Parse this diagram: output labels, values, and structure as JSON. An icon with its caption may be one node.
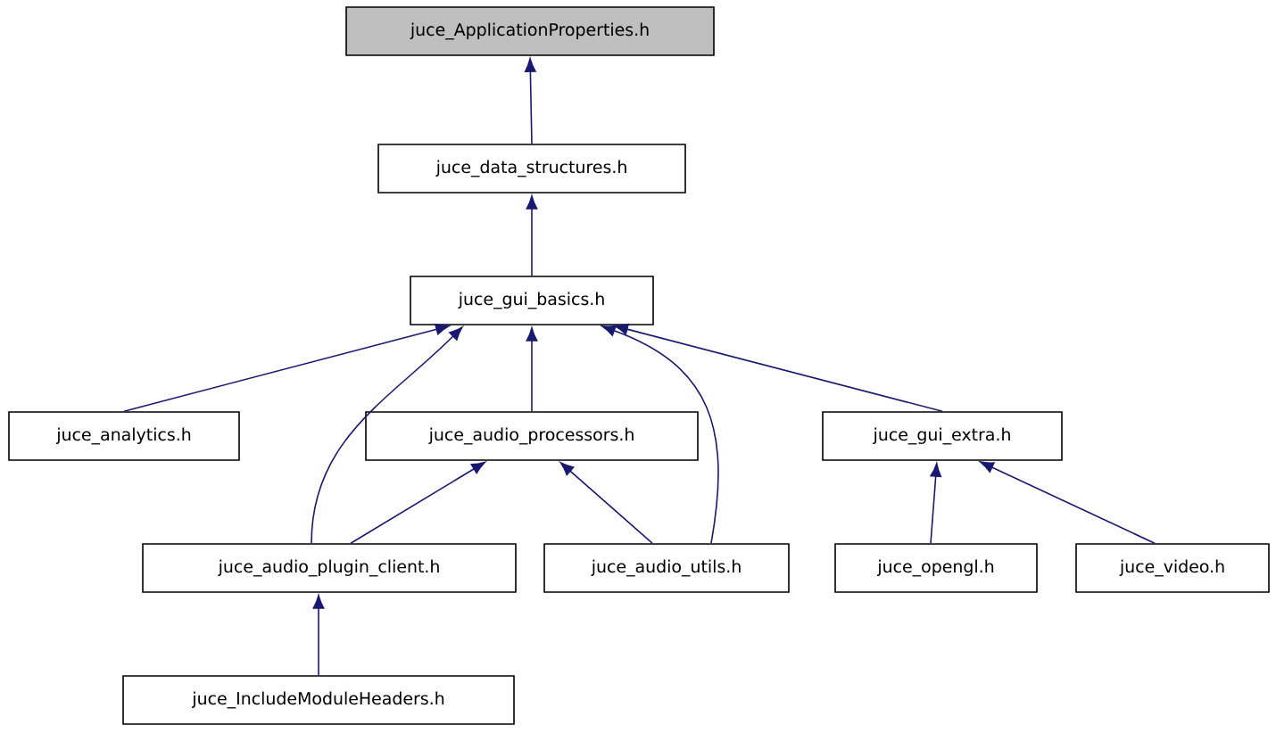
{
  "diagram": {
    "nodes": [
      {
        "text": [
          "juce_ApplicationProperties.h"
        ]
      },
      {
        "text": [
          "juce_data_structures.h"
        ]
      },
      {
        "text": [
          "juce_gui_basics.h"
        ]
      },
      {
        "text": [
          "juce_analytics.h"
        ]
      },
      {
        "text": [
          "juce_audio_processors.h"
        ]
      },
      {
        "text": [
          "juce_gui_extra.h"
        ]
      },
      {
        "text": [
          "juce_audio_plugin_client.h"
        ]
      },
      {
        "text": [
          "juce_audio_utils.h"
        ]
      },
      {
        "text": [
          "juce_opengl.h"
        ]
      },
      {
        "text": [
          "juce_video.h"
        ]
      },
      {
        "text": [
          "juce_IncludeModuleHeaders.h"
        ]
      }
    ],
    "edges": [
      {
        "from": 1,
        "to": 0,
        "arrow": "to"
      },
      {
        "from": 2,
        "to": 1,
        "arrow": "to"
      },
      {
        "from": 3,
        "to": 2,
        "arrow": "to"
      },
      {
        "from": 6,
        "to": 2,
        "arrow": "to"
      },
      {
        "from": 4,
        "to": 2,
        "arrow": "to"
      },
      {
        "from": 7,
        "to": 2,
        "arrow": "to"
      },
      {
        "from": 5,
        "to": 2,
        "arrow": "to"
      },
      {
        "from": 6,
        "to": 4,
        "arrow": "to"
      },
      {
        "from": 7,
        "to": 4,
        "arrow": "to"
      },
      {
        "from": 8,
        "to": 5,
        "arrow": "to"
      },
      {
        "from": 9,
        "to": 5,
        "arrow": "to"
      },
      {
        "from": 10,
        "to": 6,
        "arrow": "to"
      }
    ]
  }
}
